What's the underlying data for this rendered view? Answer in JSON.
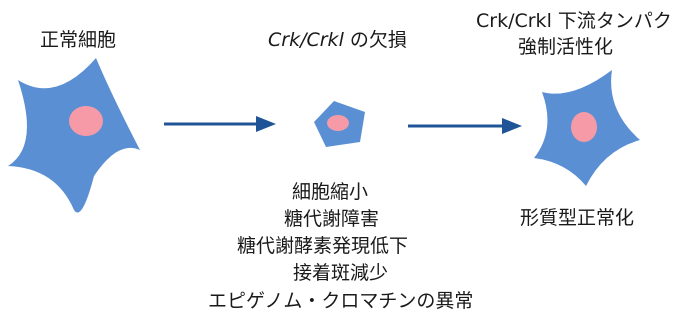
{
  "stages": {
    "normal": {
      "label": "正常細胞",
      "cell_color": "#5b8fd3",
      "nucleus_color": "#f59aa6"
    },
    "deficient": {
      "label_italic": "Crk/Crkl",
      "label_rest": " の欠損",
      "cell_color": "#5b8fd3",
      "nucleus_color": "#f59aa6"
    },
    "activated": {
      "label_line1": "Crk/Crkl 下流タンパク",
      "label_line2": "強制活性化",
      "cell_color": "#5b8fd3",
      "nucleus_color": "#f59aa6"
    }
  },
  "arrows": {
    "color": "#1f5597"
  },
  "phenotypes": [
    "細胞縮小",
    "糖代謝障害",
    "糖代謝酵素発現低下",
    "接着斑減少",
    "エピゲノム・クロマチンの異常"
  ],
  "rescue_label": "形質型正常化"
}
